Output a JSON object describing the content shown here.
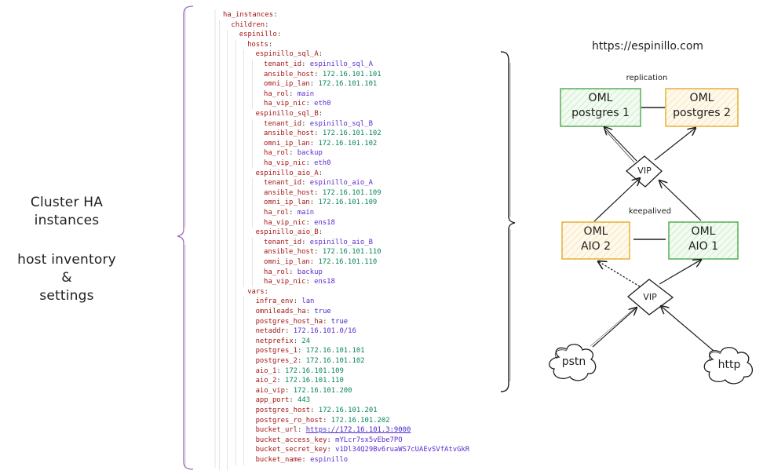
{
  "caption": {
    "line1": "Cluster HA",
    "line2": "instances",
    "line3": "host inventory",
    "line4": "&",
    "line5": "settings"
  },
  "yaml": {
    "lines": [
      {
        "indent": 0,
        "key": "ha_instances",
        "value": "",
        "type": "none"
      },
      {
        "indent": 1,
        "key": "children",
        "value": "",
        "type": "none"
      },
      {
        "indent": 2,
        "key": "espinillo",
        "value": "",
        "type": "none"
      },
      {
        "indent": 3,
        "key": "hosts",
        "value": "",
        "type": "none"
      },
      {
        "indent": 4,
        "key": "espinillo_sql_A",
        "value": "",
        "type": "none"
      },
      {
        "indent": 5,
        "key": "tenant_id",
        "value": "espinillo_sql_A",
        "type": "str"
      },
      {
        "indent": 5,
        "key": "ansible_host",
        "value": "172.16.101.101",
        "type": "num"
      },
      {
        "indent": 5,
        "key": "omni_ip_lan",
        "value": "172.16.101.101",
        "type": "num"
      },
      {
        "indent": 5,
        "key": "ha_rol",
        "value": "main",
        "type": "str"
      },
      {
        "indent": 5,
        "key": "ha_vip_nic",
        "value": "eth0",
        "type": "str"
      },
      {
        "indent": 4,
        "key": "espinillo_sql_B",
        "value": "",
        "type": "none"
      },
      {
        "indent": 5,
        "key": "tenant_id",
        "value": "espinillo_sql_B",
        "type": "str"
      },
      {
        "indent": 5,
        "key": "ansible_host",
        "value": "172.16.101.102",
        "type": "num"
      },
      {
        "indent": 5,
        "key": "omni_ip_lan",
        "value": "172.16.101.102",
        "type": "num"
      },
      {
        "indent": 5,
        "key": "ha_rol",
        "value": "backup",
        "type": "str"
      },
      {
        "indent": 5,
        "key": "ha_vip_nic",
        "value": "eth0",
        "type": "str"
      },
      {
        "indent": 4,
        "key": "espinillo_aio_A",
        "value": "",
        "type": "none"
      },
      {
        "indent": 5,
        "key": "tenant_id",
        "value": "espinillo_aio_A",
        "type": "str"
      },
      {
        "indent": 5,
        "key": "ansible_host",
        "value": "172.16.101.109",
        "type": "num"
      },
      {
        "indent": 5,
        "key": "omni_ip_lan",
        "value": "172.16.101.109",
        "type": "num"
      },
      {
        "indent": 5,
        "key": "ha_rol",
        "value": "main",
        "type": "str"
      },
      {
        "indent": 5,
        "key": "ha_vip_nic",
        "value": "ens18",
        "type": "str"
      },
      {
        "indent": 4,
        "key": "espinillo_aio_B",
        "value": "",
        "type": "none"
      },
      {
        "indent": 5,
        "key": "tenant_id",
        "value": "espinillo_aio_B",
        "type": "str"
      },
      {
        "indent": 5,
        "key": "ansible_host",
        "value": "172.16.101.110",
        "type": "num"
      },
      {
        "indent": 5,
        "key": "omni_ip_lan",
        "value": "172.16.101.110",
        "type": "num"
      },
      {
        "indent": 5,
        "key": "ha_rol",
        "value": "backup",
        "type": "str"
      },
      {
        "indent": 5,
        "key": "ha_vip_nic",
        "value": "ens18",
        "type": "str"
      },
      {
        "indent": 3,
        "key": "vars",
        "value": "",
        "type": "none"
      },
      {
        "indent": 4,
        "key": "infra_env",
        "value": "lan",
        "type": "str"
      },
      {
        "indent": 4,
        "key": "omnileads_ha",
        "value": "true",
        "type": "bool"
      },
      {
        "indent": 4,
        "key": "postgres_host_ha",
        "value": "true",
        "type": "bool"
      },
      {
        "indent": 4,
        "key": "netaddr",
        "value": "172.16.101.0/16",
        "type": "str"
      },
      {
        "indent": 4,
        "key": "netprefix",
        "value": "24",
        "type": "num"
      },
      {
        "indent": 4,
        "key": "postgres_1",
        "value": "172.16.101.101",
        "type": "num"
      },
      {
        "indent": 4,
        "key": "postgres_2",
        "value": "172.16.101.102",
        "type": "num"
      },
      {
        "indent": 4,
        "key": "aio_1",
        "value": "172.16.101.109",
        "type": "num"
      },
      {
        "indent": 4,
        "key": "aio_2",
        "value": "172.16.101.110",
        "type": "num"
      },
      {
        "indent": 4,
        "key": "aio_vip",
        "value": "172.16.101.200",
        "type": "num"
      },
      {
        "indent": 4,
        "key": "app_port",
        "value": "443",
        "type": "num"
      },
      {
        "indent": 4,
        "key": "postgres_host",
        "value": "172.16.101.201",
        "type": "num"
      },
      {
        "indent": 4,
        "key": "postgres_ro_host",
        "value": "172.16.101.202",
        "type": "num"
      },
      {
        "indent": 4,
        "key": "bucket_url",
        "value": "https://172.16.101.3:9000",
        "type": "link"
      },
      {
        "indent": 4,
        "key": "bucket_access_key",
        "value": "mYLcr7sx5vEbe7PO",
        "type": "str"
      },
      {
        "indent": 4,
        "key": "bucket_secret_key",
        "value": "v1Dl34Q29Bv6ruaWS7cUAEvSVfAtvGkR",
        "type": "str"
      },
      {
        "indent": 4,
        "key": "bucket_name",
        "value": "espinillo",
        "type": "str"
      }
    ]
  },
  "diagram": {
    "url": "https://espinillo.com",
    "replication_label": "replication",
    "keepalived_label": "keepalived",
    "nodes": {
      "postgres1": {
        "line1": "OML",
        "line2": "postgres 1",
        "color": "#40a040",
        "fill": "#d3f0cf"
      },
      "postgres2": {
        "line1": "OML",
        "line2": "postgres 2",
        "color": "#e3a31a",
        "fill": "#fbeccb"
      },
      "aio2": {
        "line1": "OML",
        "line2": "AIO 2",
        "color": "#e3a31a",
        "fill": "#fbeccb"
      },
      "aio1": {
        "line1": "OML",
        "line2": "AIO 1",
        "color": "#40a040",
        "fill": "#d3f0cf"
      },
      "vip_db": {
        "label": "VIP"
      },
      "vip_app": {
        "label": "VIP"
      },
      "pstn": {
        "label": "pstn"
      },
      "http": {
        "label": "http"
      }
    },
    "brace_color_left": "#9b6bb8",
    "brace_color_right": "#1e1e1e"
  }
}
